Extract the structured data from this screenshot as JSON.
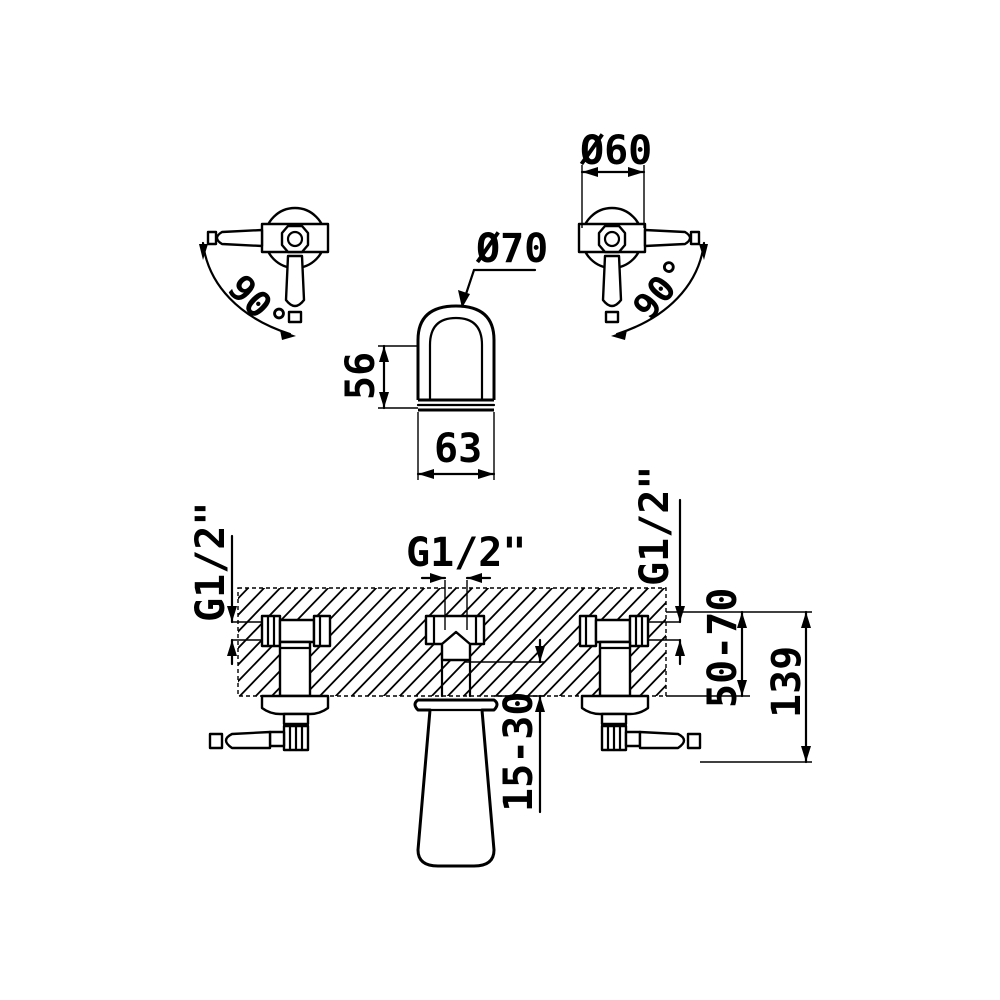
{
  "dimensions": {
    "handle_diameter": "Ø60",
    "spout_diameter": "Ø70",
    "spout_height": "56",
    "spout_width": "63",
    "left_rotation": "90°",
    "right_rotation": "90°",
    "left_thread": "G1/2\"",
    "center_thread": "G1/2\"",
    "right_thread": "G1/2\"",
    "wall_depth": "50-70",
    "total_projection": "139",
    "spout_offset": "15-30"
  }
}
